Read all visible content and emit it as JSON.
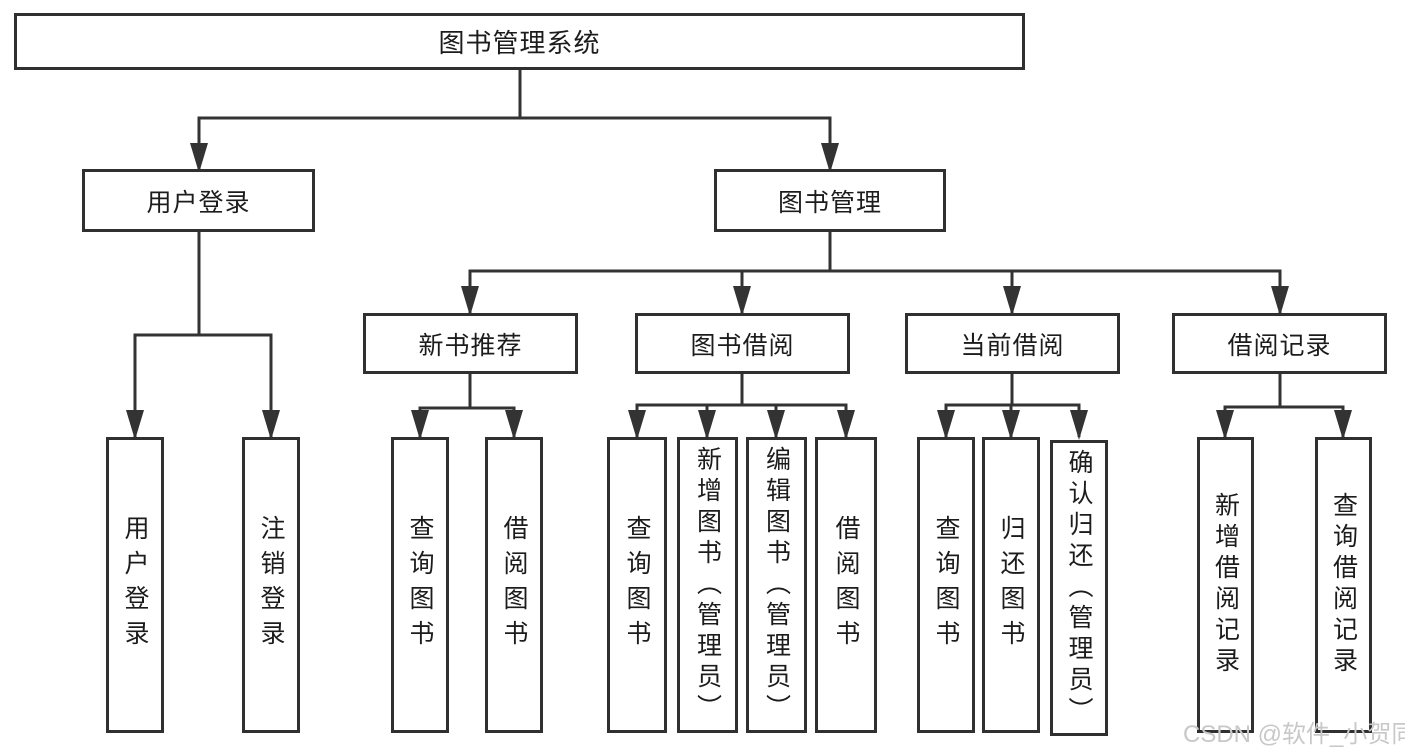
{
  "root": {
    "label": "图书管理系统"
  },
  "level2": [
    {
      "label": "用户登录"
    },
    {
      "label": "图书管理"
    }
  ],
  "level3": [
    {
      "label": "新书推荐"
    },
    {
      "label": "图书借阅"
    },
    {
      "label": "当前借阅"
    },
    {
      "label": "借阅记录"
    }
  ],
  "leaves": {
    "login": [
      {
        "label": "用户登录"
      },
      {
        "label": "注销登录"
      }
    ],
    "recommend": [
      {
        "label": "查询图书"
      },
      {
        "label": "借阅图书"
      }
    ],
    "borrow": [
      {
        "label": "查询图书"
      },
      {
        "label": "新增图书（管理员）"
      },
      {
        "label": "编辑图书（管理员）"
      },
      {
        "label": "借阅图书"
      }
    ],
    "current": [
      {
        "label": "查询图书"
      },
      {
        "label": "归还图书"
      },
      {
        "label": "确认归还（管理员）"
      }
    ],
    "records": [
      {
        "label": "新增借阅记录"
      },
      {
        "label": "查询借阅记录"
      }
    ]
  },
  "watermark": {
    "text": "CSDN @软件_小贺同学"
  },
  "colors": {
    "line": "#333333",
    "box_border": "#303030",
    "box_bg": "#ffffff",
    "text": "#1c1c1c",
    "watermark": "#c8c8c8"
  }
}
